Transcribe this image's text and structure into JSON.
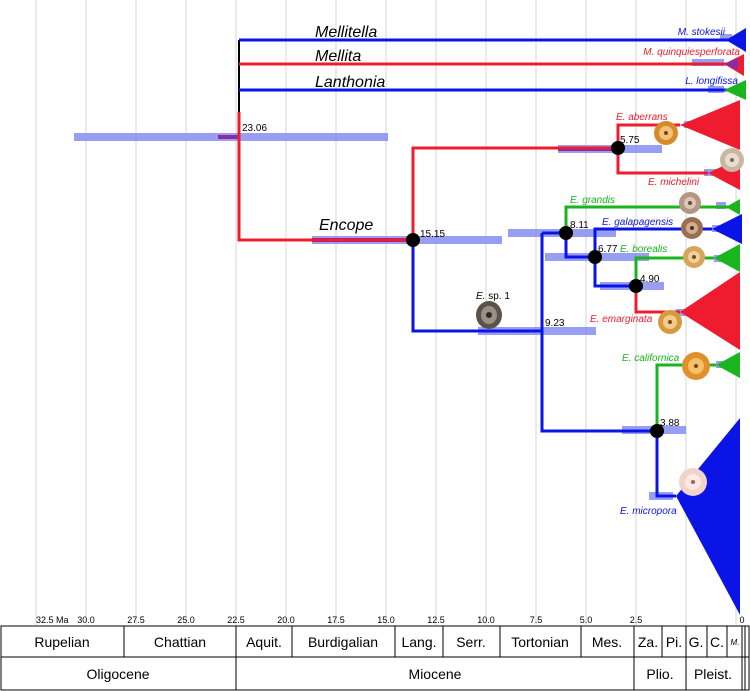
{
  "time_axis": {
    "unit_label": "Ma",
    "ticks": [
      "32.5",
      "30.0",
      "27.5",
      "25.0",
      "22.5",
      "20.0",
      "17.5",
      "15.0",
      "12.5",
      "10.0",
      "7.5",
      "5.0",
      "2.5",
      "0"
    ]
  },
  "stages": [
    "Rupelian",
    "Chattian",
    "Aquit.",
    "Burdigalian",
    "Lang.",
    "Serr.",
    "Tortonian",
    "Mes.",
    "Za.",
    "Pi.",
    "G.",
    "C.",
    "M."
  ],
  "epochs": [
    "Oligocene",
    "Miocene",
    "Plio.",
    "Pleist."
  ],
  "clades": {
    "mellitella": "Mellitella",
    "mellita": "Mellita",
    "lanthonia": "Lanthonia",
    "encope": "Encope"
  },
  "species": {
    "m_stokesii": "M. stokesii",
    "m_quinquiesperforata": "M. quinquiesperforata",
    "l_longifissa": "L. longifissa",
    "e_aberrans": "E. aberrans",
    "e_michelini": "E. michelini",
    "e_grandis": "E. grandis",
    "e_galapagensis": "E. galapagensis",
    "e_borealis": "E. borealis",
    "e_emarginata": "E. emarginata",
    "e_californica": "E. californica",
    "e_micropora": "E. micropora",
    "e_sp1_genus": "E.",
    "e_sp1_rest": " sp. 1"
  },
  "node_ages": {
    "root": "23.06",
    "encope": "15.15",
    "aberrans_michelini": "5.75",
    "galapagensis_group": "8.11",
    "borealis_group": "6.77",
    "emarginata_group": "4.90",
    "sp1": "9.23",
    "californica_micropora": "3.88"
  },
  "colors": {
    "blue": "#0a14e6",
    "red": "#ee1c2e",
    "green": "#19b41e",
    "black": "#000000",
    "hpd_bar": "#7f86ee"
  },
  "icons": [
    "sand-dollar-specimen-icon"
  ]
}
